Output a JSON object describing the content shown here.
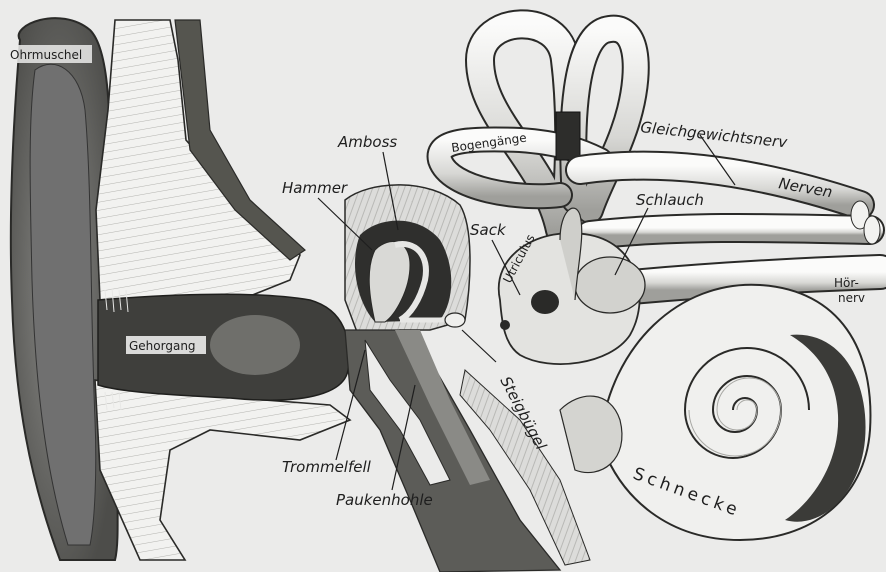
{
  "labels": {
    "ohrmuschel": "Ohrmuschel",
    "gehorgang": "Gehorgang",
    "hammer": "Hammer",
    "amboss": "Amboss",
    "bogengange": "Bogengänge",
    "gleichgewichtsnerv": "Gleichgewichtsnerv",
    "nerven": "Nerven",
    "schlauch": "Schlauch",
    "sack": "Sack",
    "utriculus": "Utriculus",
    "hor": "Hör-",
    "nerv": "nerv",
    "steigbugel": "Steigbügel",
    "trommelfell": "Trommelfell",
    "paukenhohle": "Paukenhohle",
    "schnecke": "Schnecke"
  }
}
